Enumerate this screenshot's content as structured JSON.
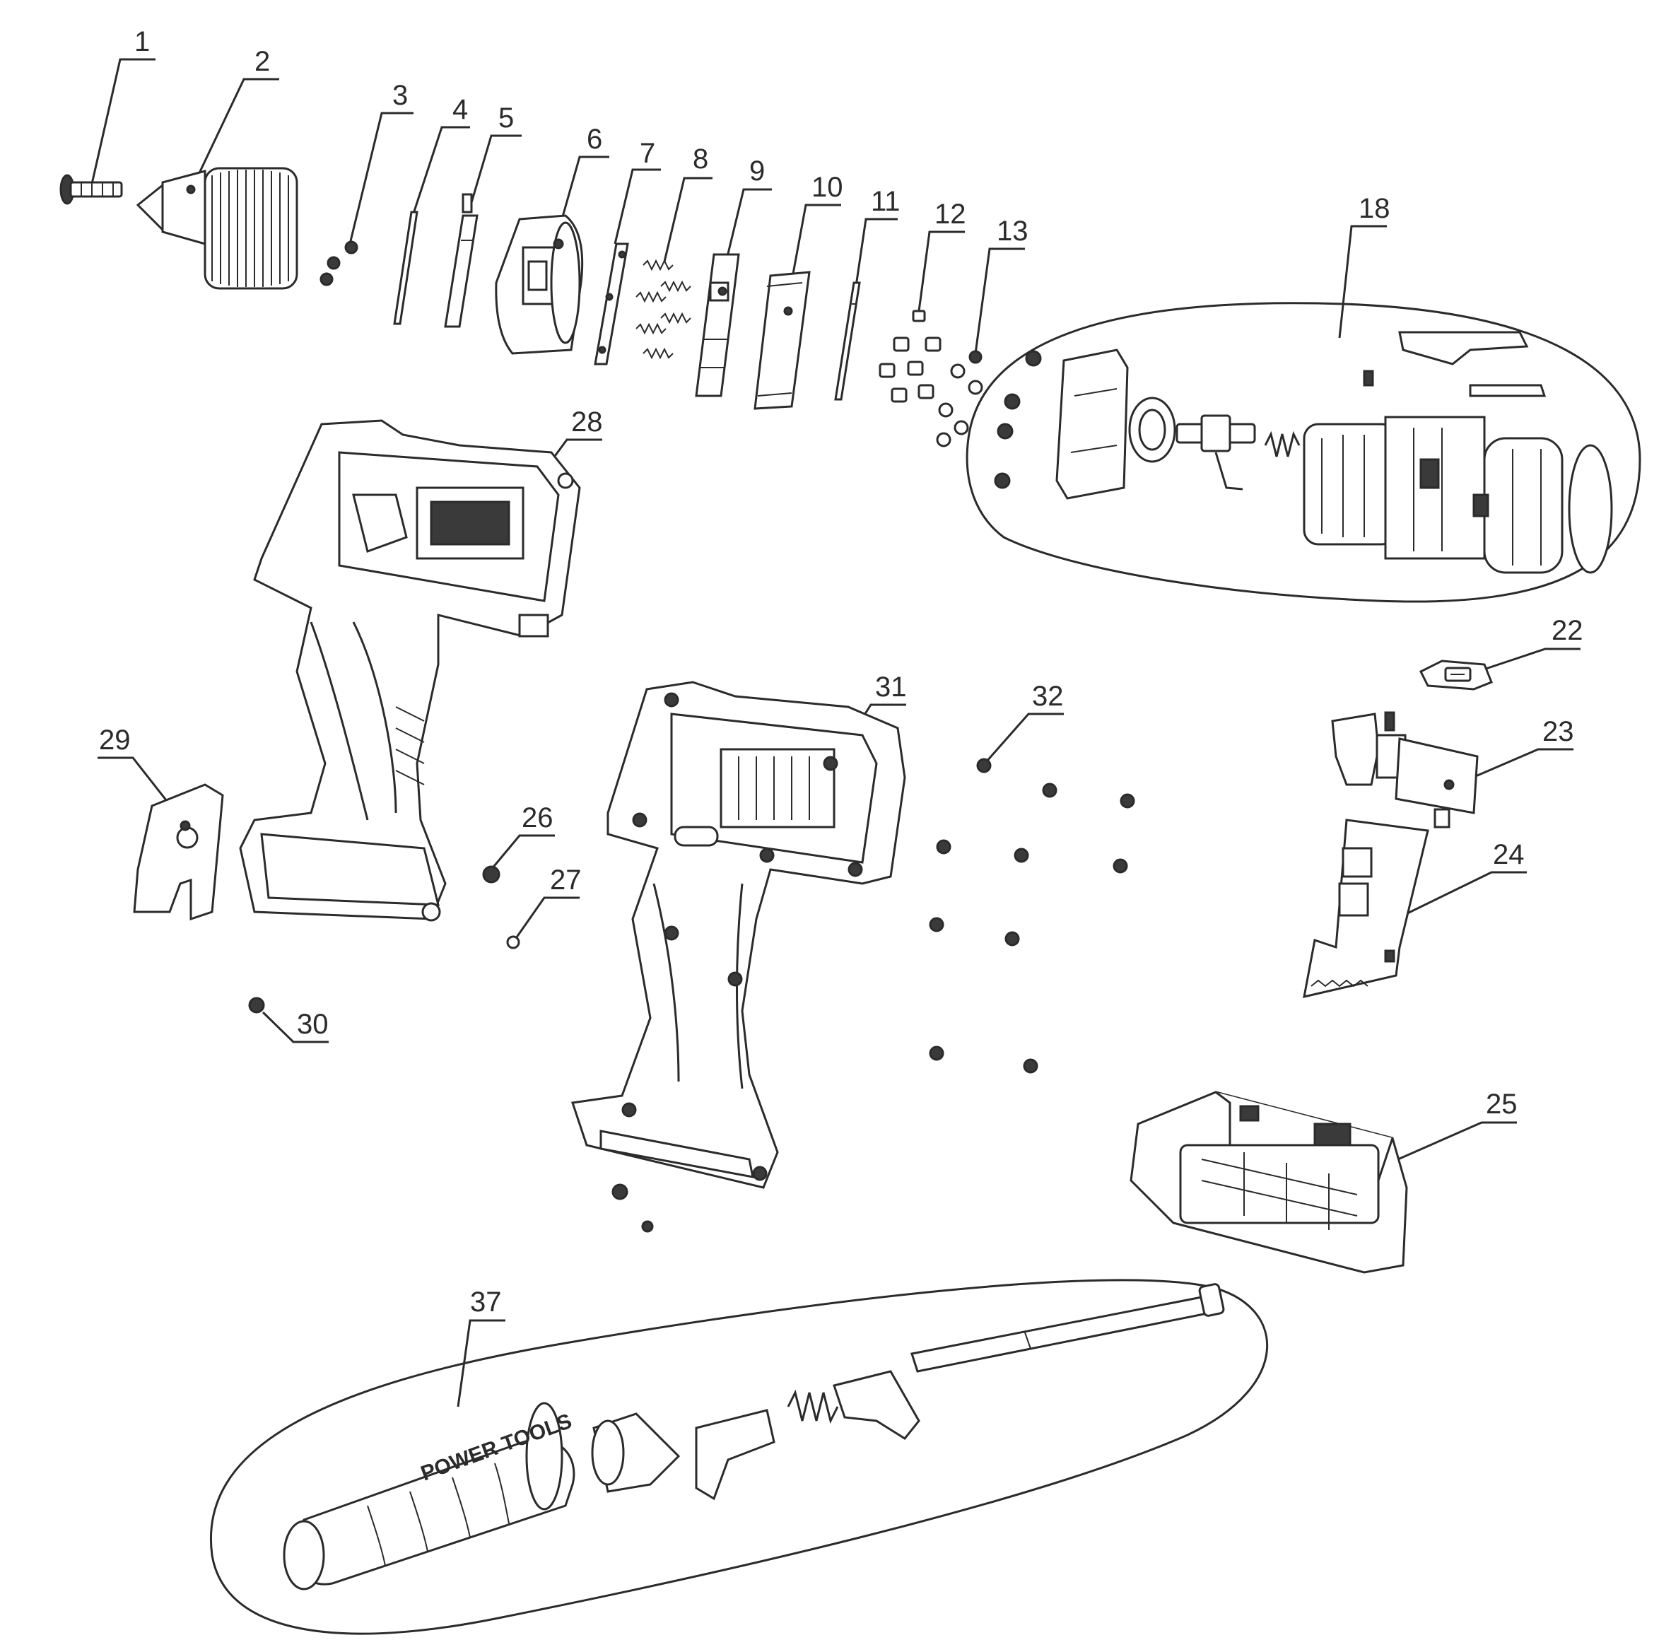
{
  "diagram": {
    "callouts": [
      {
        "id": "c1",
        "text": "1"
      },
      {
        "id": "c2",
        "text": "2"
      },
      {
        "id": "c3",
        "text": "3"
      },
      {
        "id": "c4",
        "text": "4"
      },
      {
        "id": "c5",
        "text": "5"
      },
      {
        "id": "c6",
        "text": "6"
      },
      {
        "id": "c7",
        "text": "7"
      },
      {
        "id": "c8",
        "text": "8"
      },
      {
        "id": "c9",
        "text": "9"
      },
      {
        "id": "c10",
        "text": "10"
      },
      {
        "id": "c11",
        "text": "11"
      },
      {
        "id": "c12",
        "text": "12"
      },
      {
        "id": "c13",
        "text": "13"
      },
      {
        "id": "c18",
        "text": "18"
      },
      {
        "id": "c22",
        "text": "22"
      },
      {
        "id": "c23",
        "text": "23"
      },
      {
        "id": "c24",
        "text": "24"
      },
      {
        "id": "c25",
        "text": "25"
      },
      {
        "id": "c26",
        "text": "26"
      },
      {
        "id": "c27",
        "text": "27"
      },
      {
        "id": "c28",
        "text": "28"
      },
      {
        "id": "c29",
        "text": "29"
      },
      {
        "id": "c30",
        "text": "30"
      },
      {
        "id": "c31",
        "text": "31"
      },
      {
        "id": "c32",
        "text": "32"
      },
      {
        "id": "c37",
        "text": "37"
      }
    ],
    "handle_text": "POWER TOOLS"
  }
}
